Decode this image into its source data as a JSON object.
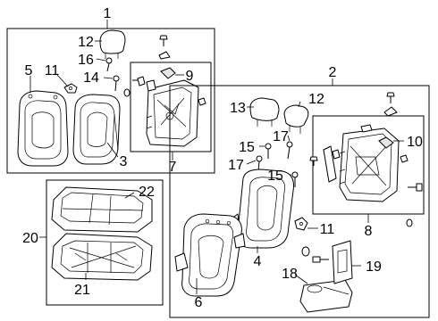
{
  "callouts": {
    "c1": "1",
    "c2": "2",
    "c3": "3",
    "c4": "4",
    "c5": "5",
    "c6": "6",
    "c7": "7",
    "c8": "8",
    "c9": "9",
    "c10": "10",
    "c11a": "11",
    "c11b": "11",
    "c12a": "12",
    "c12b": "12",
    "c13": "13",
    "c14": "14",
    "c15a": "15",
    "c15b": "15",
    "c16": "16",
    "c17a": "17",
    "c17b": "17",
    "c18": "18",
    "c19": "19",
    "c20": "20",
    "c21": "21",
    "c22": "22"
  }
}
